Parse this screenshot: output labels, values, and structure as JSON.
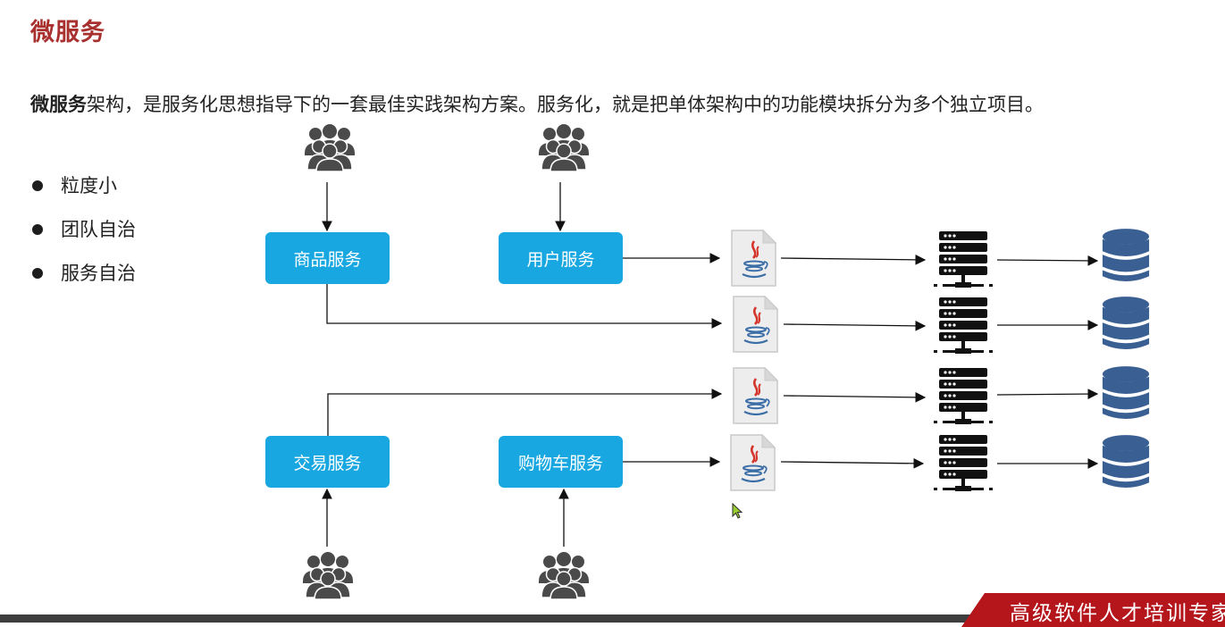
{
  "slide": {
    "title": "微服务",
    "intro_bold": "微服务",
    "intro_rest": "架构，是服务化思想指导下的一套最佳实践架构方案。服务化，就是把单体架构中的功能模块拆分为多个独立项目。",
    "bullets": [
      "粒度小",
      "团队自治",
      "服务自治"
    ]
  },
  "diagram": {
    "services": {
      "product": "商品服务",
      "user": "用户服务",
      "trade": "交易服务",
      "cart": "购物车服务"
    },
    "colors": {
      "service_box": "#18a7e0",
      "people_icon": "#4a4a4a",
      "database_icon": "#3a5f93",
      "server_icon": "#111111",
      "java_red": "#d5342b",
      "java_blue": "#3b6ea7"
    },
    "icons": [
      "users-group-icon",
      "java-file-icon",
      "server-rack-icon",
      "database-icon"
    ]
  },
  "footer": {
    "brand": "高级软件人才培训专家",
    "colors": {
      "bar": "#3e3e3e",
      "brand_bg": "#b4161c"
    }
  }
}
